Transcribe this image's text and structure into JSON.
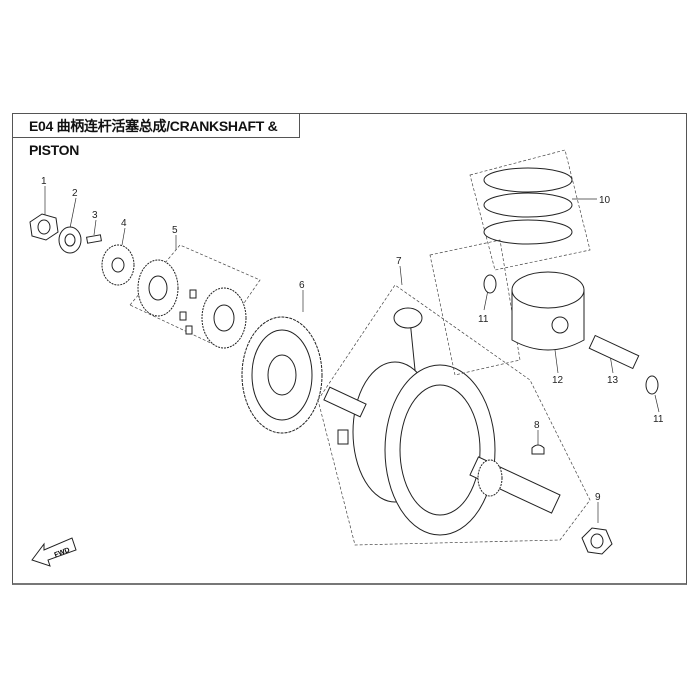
{
  "title": "E04 曲柄连杆活塞总成/CRANKSHAFT & PISTON",
  "fwd_label": "FWD",
  "callouts": [
    "1",
    "2",
    "3",
    "4",
    "5",
    "6",
    "7",
    "8",
    "9",
    "10",
    "11",
    "12",
    "13",
    "11"
  ]
}
